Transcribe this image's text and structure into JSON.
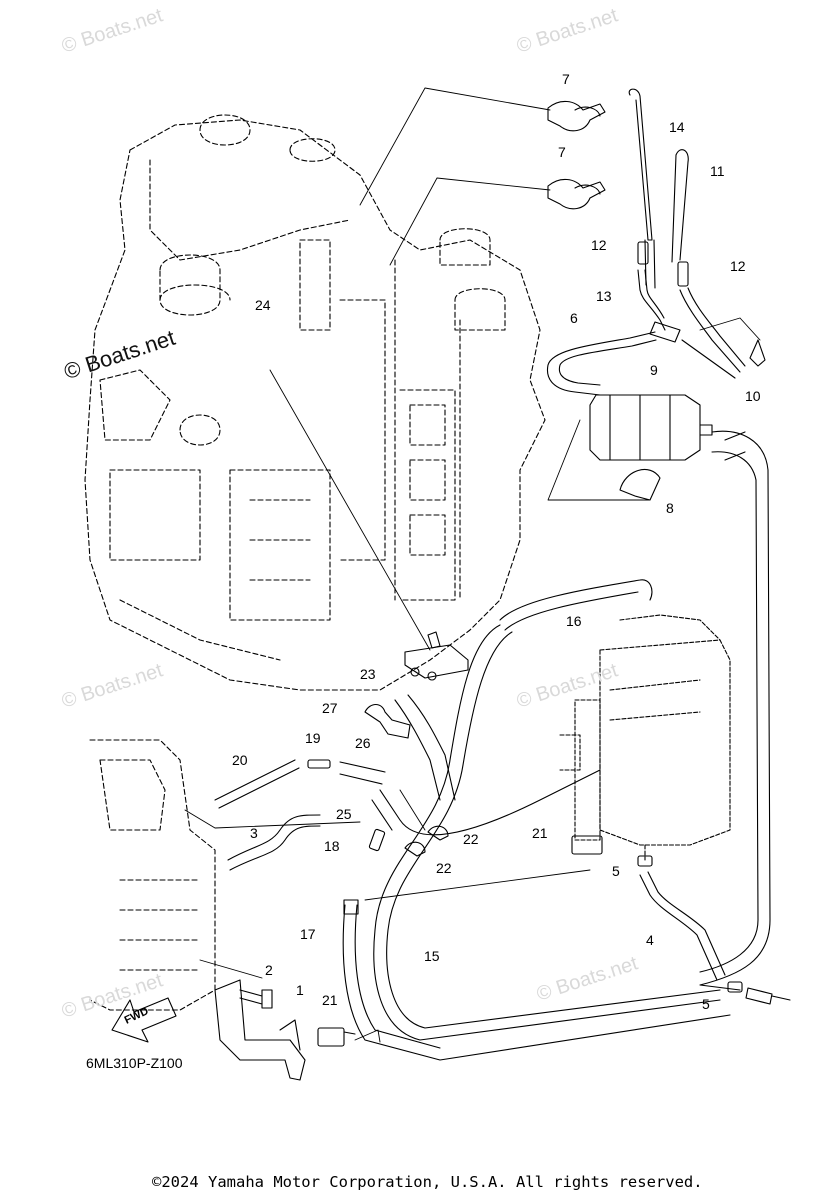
{
  "watermarks": {
    "site": "© Boats.net",
    "site_strong": "© Boats.net"
  },
  "callouts": {
    "c1": "1",
    "c2": "2",
    "c3": "3",
    "c4": "4",
    "c5a": "5",
    "c5b": "5",
    "c6": "6",
    "c7a": "7",
    "c7b": "7",
    "c8": "8",
    "c9": "9",
    "c10": "10",
    "c11": "11",
    "c12a": "12",
    "c12b": "12",
    "c13": "13",
    "c14": "14",
    "c15": "15",
    "c16": "16",
    "c17": "17",
    "c18": "18",
    "c19": "19",
    "c20": "20",
    "c21a": "21",
    "c21b": "21",
    "c22a": "22",
    "c22b": "22",
    "c23": "23",
    "c24": "24",
    "c25": "25",
    "c26": "26",
    "c27": "27"
  },
  "fwd_label": "FWD",
  "diagram_code": "6ML310P-Z100",
  "copyright": "©2024 Yamaha Motor Corporation, U.S.A. All rights reserved."
}
